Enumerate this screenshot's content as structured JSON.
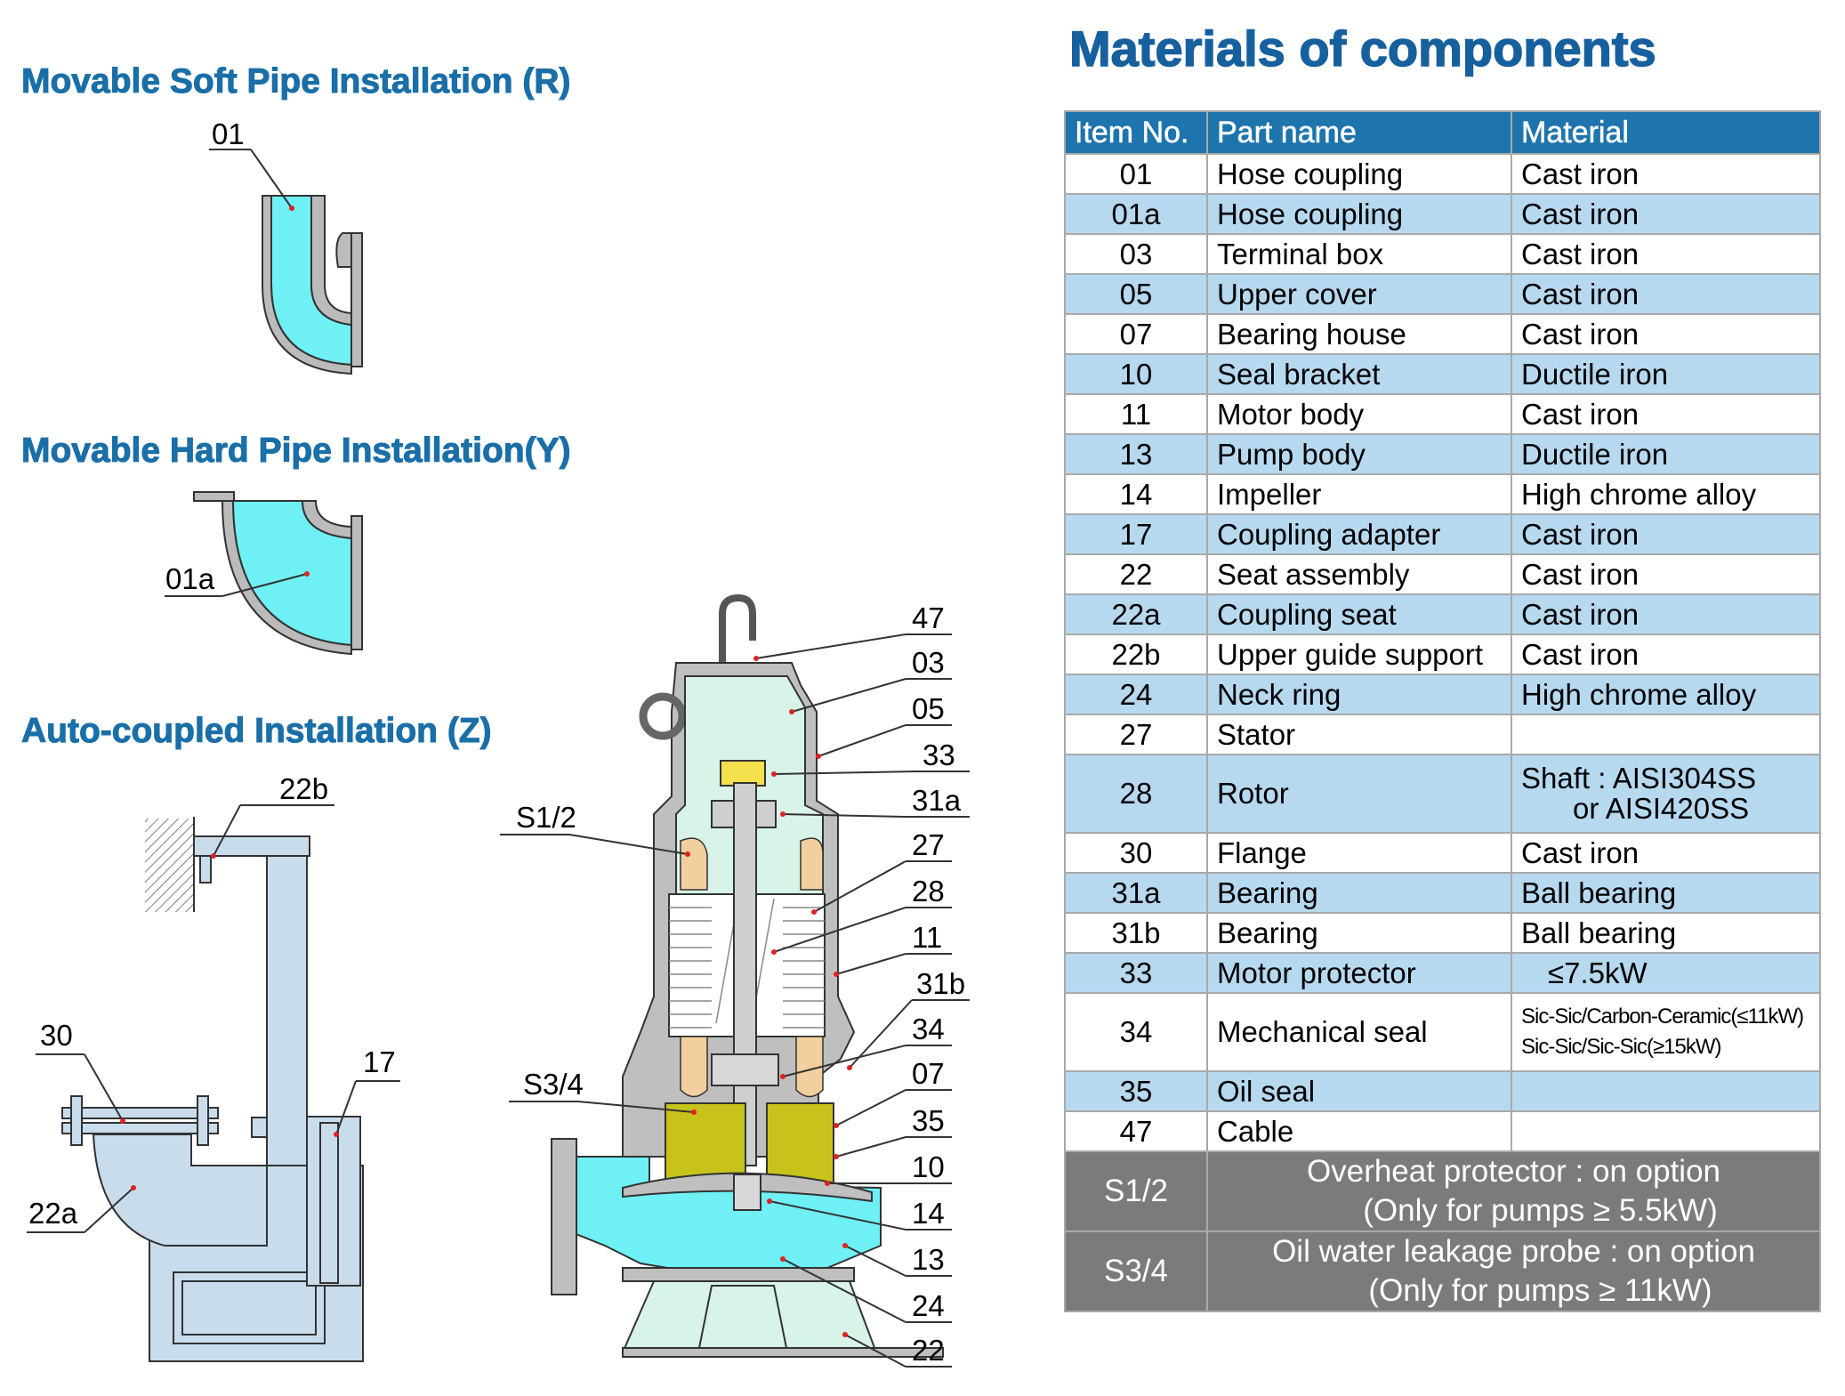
{
  "headings": {
    "soft_pipe": "Movable Soft Pipe Installation (R)",
    "hard_pipe": "Movable Hard Pipe  Installation(Y)",
    "auto_coupled": "Auto-coupled Installation (Z)"
  },
  "table_title": "Materials of components",
  "table": {
    "headers": [
      "Item No.",
      "Part name",
      "Material"
    ],
    "rows": [
      [
        "01",
        "Hose coupling",
        "Cast iron"
      ],
      [
        "01a",
        "Hose coupling",
        "Cast iron"
      ],
      [
        "03",
        "Terminal box",
        "Cast iron"
      ],
      [
        "05",
        "Upper cover",
        "Cast iron"
      ],
      [
        "07",
        "Bearing house",
        "Cast iron"
      ],
      [
        "10",
        "Seal bracket",
        "Ductile iron"
      ],
      [
        "11",
        "Motor body",
        "Cast iron"
      ],
      [
        "13",
        "Pump body",
        "Ductile iron"
      ],
      [
        "14",
        "Impeller",
        "High chrome alloy"
      ],
      [
        "17",
        "Coupling adapter",
        "Cast iron"
      ],
      [
        "22",
        "Seat assembly",
        "Cast iron"
      ],
      [
        "22a",
        "Coupling seat",
        "Cast iron"
      ],
      [
        "22b",
        "Upper guide support",
        "Cast iron"
      ],
      [
        "24",
        "Neck ring",
        "High chrome alloy"
      ],
      [
        "27",
        "Stator",
        ""
      ],
      [
        "28",
        "Rotor",
        "Shaft : AISI304SS",
        "or  AISI420SS"
      ],
      [
        "30",
        "Flange",
        "Cast iron"
      ],
      [
        "31a",
        "Bearing",
        "Ball bearing"
      ],
      [
        "31b",
        "Bearing",
        "Ball bearing"
      ],
      [
        "33",
        "Motor protector",
        "≤7.5kW"
      ],
      [
        "34",
        "Mechanical seal",
        "Sic-Sic/Carbon-Ceramic(≤11kW)",
        "Sic-Sic/Sic-Sic(≥15kW)"
      ],
      [
        "35",
        "Oil seal",
        ""
      ],
      [
        "47",
        "Cable",
        ""
      ]
    ],
    "notes": [
      {
        "code": "S1/2",
        "line1": "Overheat protector : on option",
        "line2": "(Only for pumps ≥ 5.5kW)"
      },
      {
        "code": "S3/4",
        "line1": "Oil water leakage probe : on option",
        "line2": "(Only for pumps ≥ 11kW)"
      }
    ]
  },
  "labels": {
    "soft": "01",
    "hard": "01a",
    "auto": [
      "22b",
      "30",
      "17",
      "22a"
    ],
    "pump_right": [
      "47",
      "03",
      "05",
      "33",
      "31a",
      "27",
      "28",
      "11",
      "31b",
      "34",
      "07",
      "35",
      "10",
      "14",
      "13",
      "24",
      "22"
    ],
    "pump_left": [
      "S1/2",
      "S3/4"
    ]
  },
  "colors": {
    "heading": "#1a6fa8",
    "table_header": "#1e74ad",
    "table_alt_row": "#b7d9f0",
    "note_row": "#7b7b7b",
    "water": "#55eef5",
    "casing": "#b9b9b9",
    "motor_fill": "#d8f3e8",
    "oil": "#c7c31a"
  }
}
